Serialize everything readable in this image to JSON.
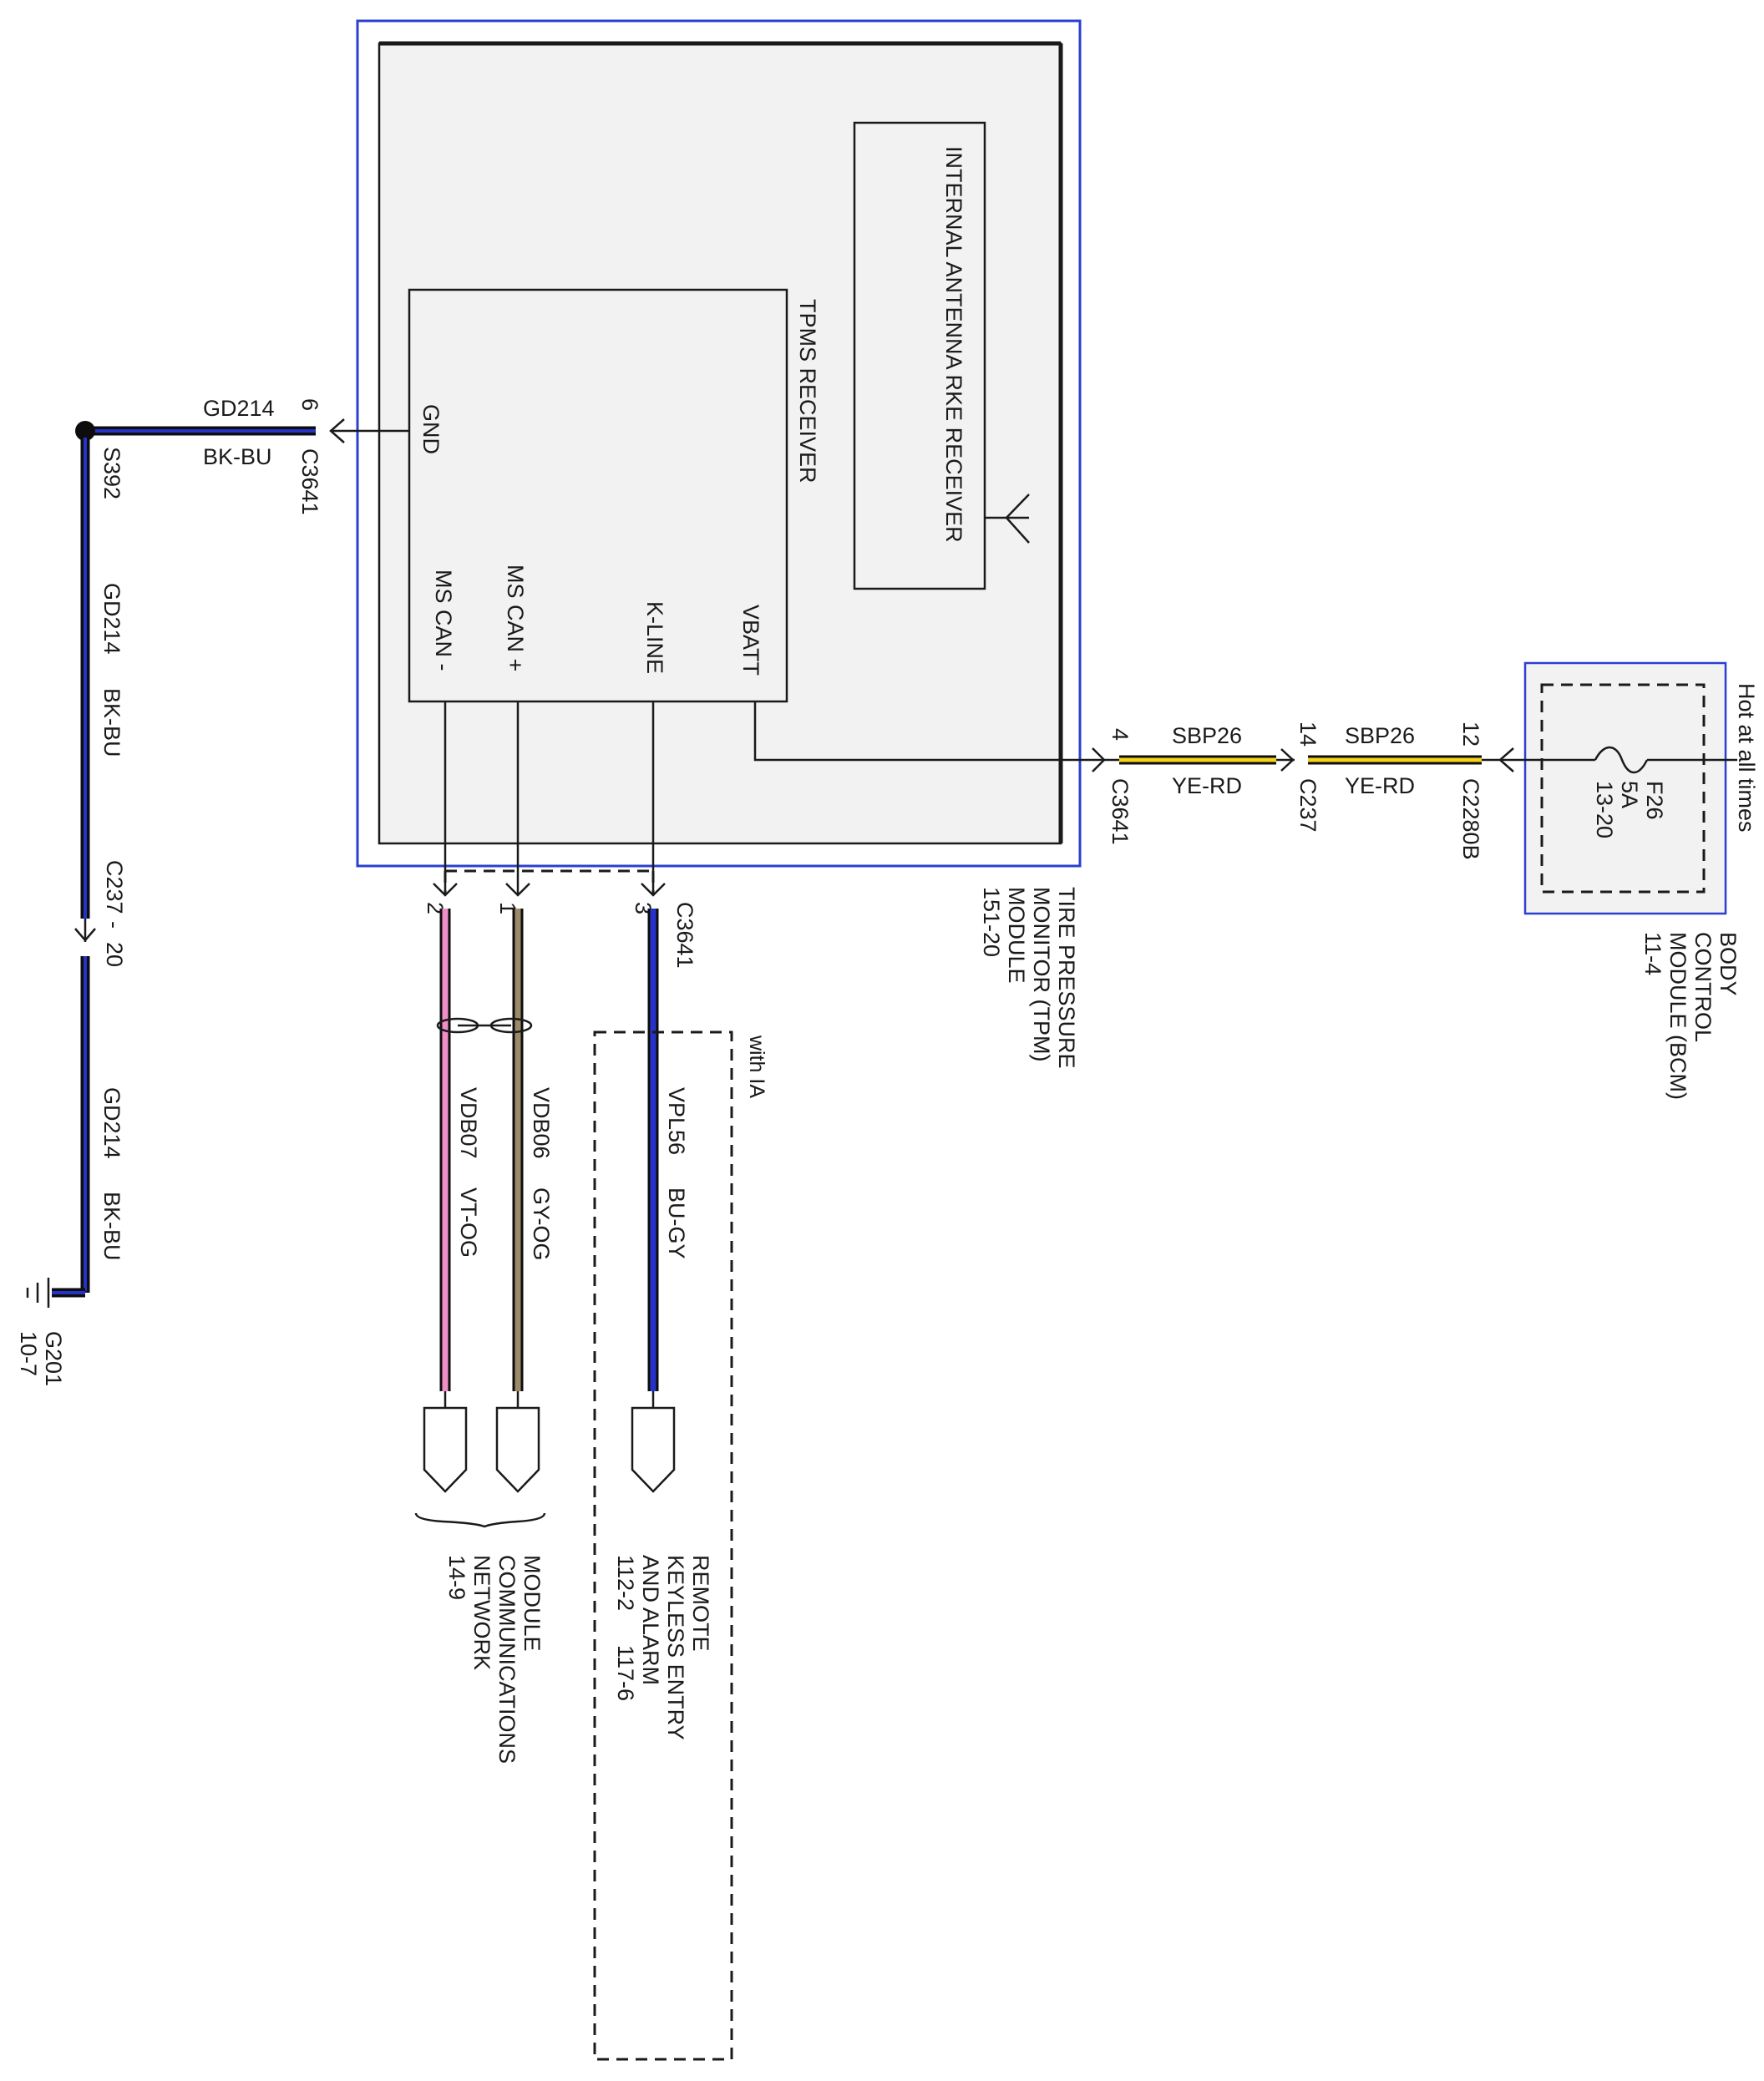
{
  "colors": {
    "module_border": "#2b3fd1",
    "module_fill": "#f2f2f2",
    "wire_black": "#0d0d0d",
    "wire_blue": "#2633c8",
    "wire_yellow": "#f5d21e",
    "wire_pink": "#ee8fc8",
    "wire_tan": "#9c8a68"
  },
  "tpm": {
    "name": "TIRE PRESSURE MONITOR (TPM) MODULE",
    "ref": "151-20",
    "rke": "INTERNAL ANTENNA RKE RECEIVER",
    "tpms_label": "TPMS RECEIVER",
    "pins": {
      "gnd": "GND",
      "ms_can_minus": "MS CAN -",
      "ms_can_plus": "MS CAN +",
      "kline": "K-LINE",
      "vbatt": "VBATT"
    }
  },
  "bcm": {
    "name": "BODY CONTROL MODULE (BCM)",
    "ref": "11-4",
    "fuse_name": "F26",
    "fuse_rating": "5A",
    "fuse_ref": "13-20",
    "hot_label": "Hot at all times"
  },
  "ground_circuit": {
    "pin": "6",
    "connector": "C3641",
    "circuit": "GD214",
    "color": "BK-BU",
    "splice": "S392",
    "inline_connector": "C237",
    "inline_dash": "-",
    "inline_pin": "20",
    "ground_point": "G201",
    "ground_ref": "10-7"
  },
  "power_circuit": {
    "tpm_pin": "4",
    "tpm_connector": "C3641",
    "circuit": "SBP26",
    "color": "YE-RD",
    "inline_pin": "14",
    "inline_connector": "C237",
    "bcm_pin": "12",
    "bcm_connector": "C2280B"
  },
  "bottom_connector": "C3641",
  "can_minus": {
    "pin": "2",
    "circuit": "VDB07",
    "color": "VT-OG"
  },
  "can_plus": {
    "pin": "1",
    "circuit": "VDB06",
    "color": "GY-OG"
  },
  "kline": {
    "pin": "3",
    "circuit": "VPL56",
    "color": "BU-GY",
    "option": "with IA"
  },
  "network_dest": {
    "name": "MODULE COMMUNICATIONS NETWORK",
    "ref": "14-9"
  },
  "rke_dest": {
    "name": "REMOTE KEYLESS ENTRY AND ALARM",
    "ref1": "112-2",
    "ref2": "117-6"
  }
}
